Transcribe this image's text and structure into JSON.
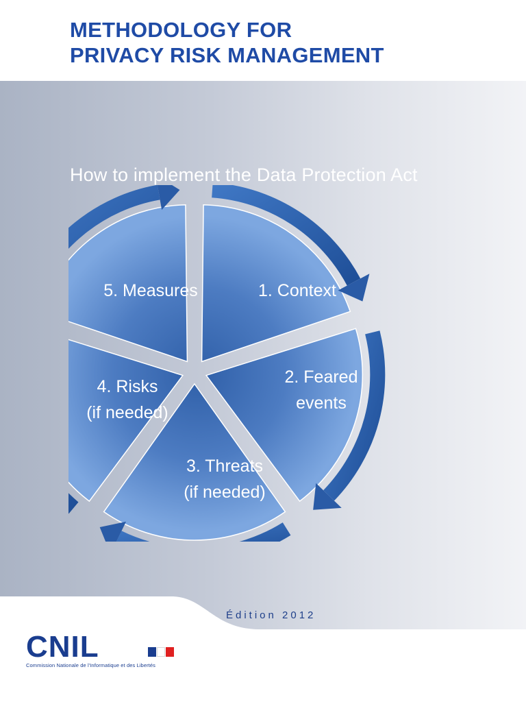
{
  "header": {
    "title_line1": "METHODOLOGY FOR",
    "title_line2": "PRIVACY RISK MANAGEMENT",
    "subtitle": "How to implement the Data Protection Act"
  },
  "diagram": {
    "steps": [
      {
        "lines": [
          "1. Context"
        ]
      },
      {
        "lines": [
          "2. Feared",
          "events"
        ]
      },
      {
        "lines": [
          "3. Threats",
          "(if needed)"
        ]
      },
      {
        "lines": [
          "4. Risks",
          "(if needed)"
        ]
      },
      {
        "lines": [
          "5. Measures"
        ]
      }
    ]
  },
  "footer": {
    "edition": "Édition 2012",
    "logo_text": "CNIL",
    "logo_caption": "Commission Nationale de l'Informatique et des Libertés"
  },
  "colors": {
    "title": "#1f4ba6",
    "segment_light": "#6f9ad6",
    "segment_dark": "#3d68b0",
    "arrow": "#2f62ad",
    "edition": "#1e3f8a",
    "flag_red": "#e02020"
  }
}
